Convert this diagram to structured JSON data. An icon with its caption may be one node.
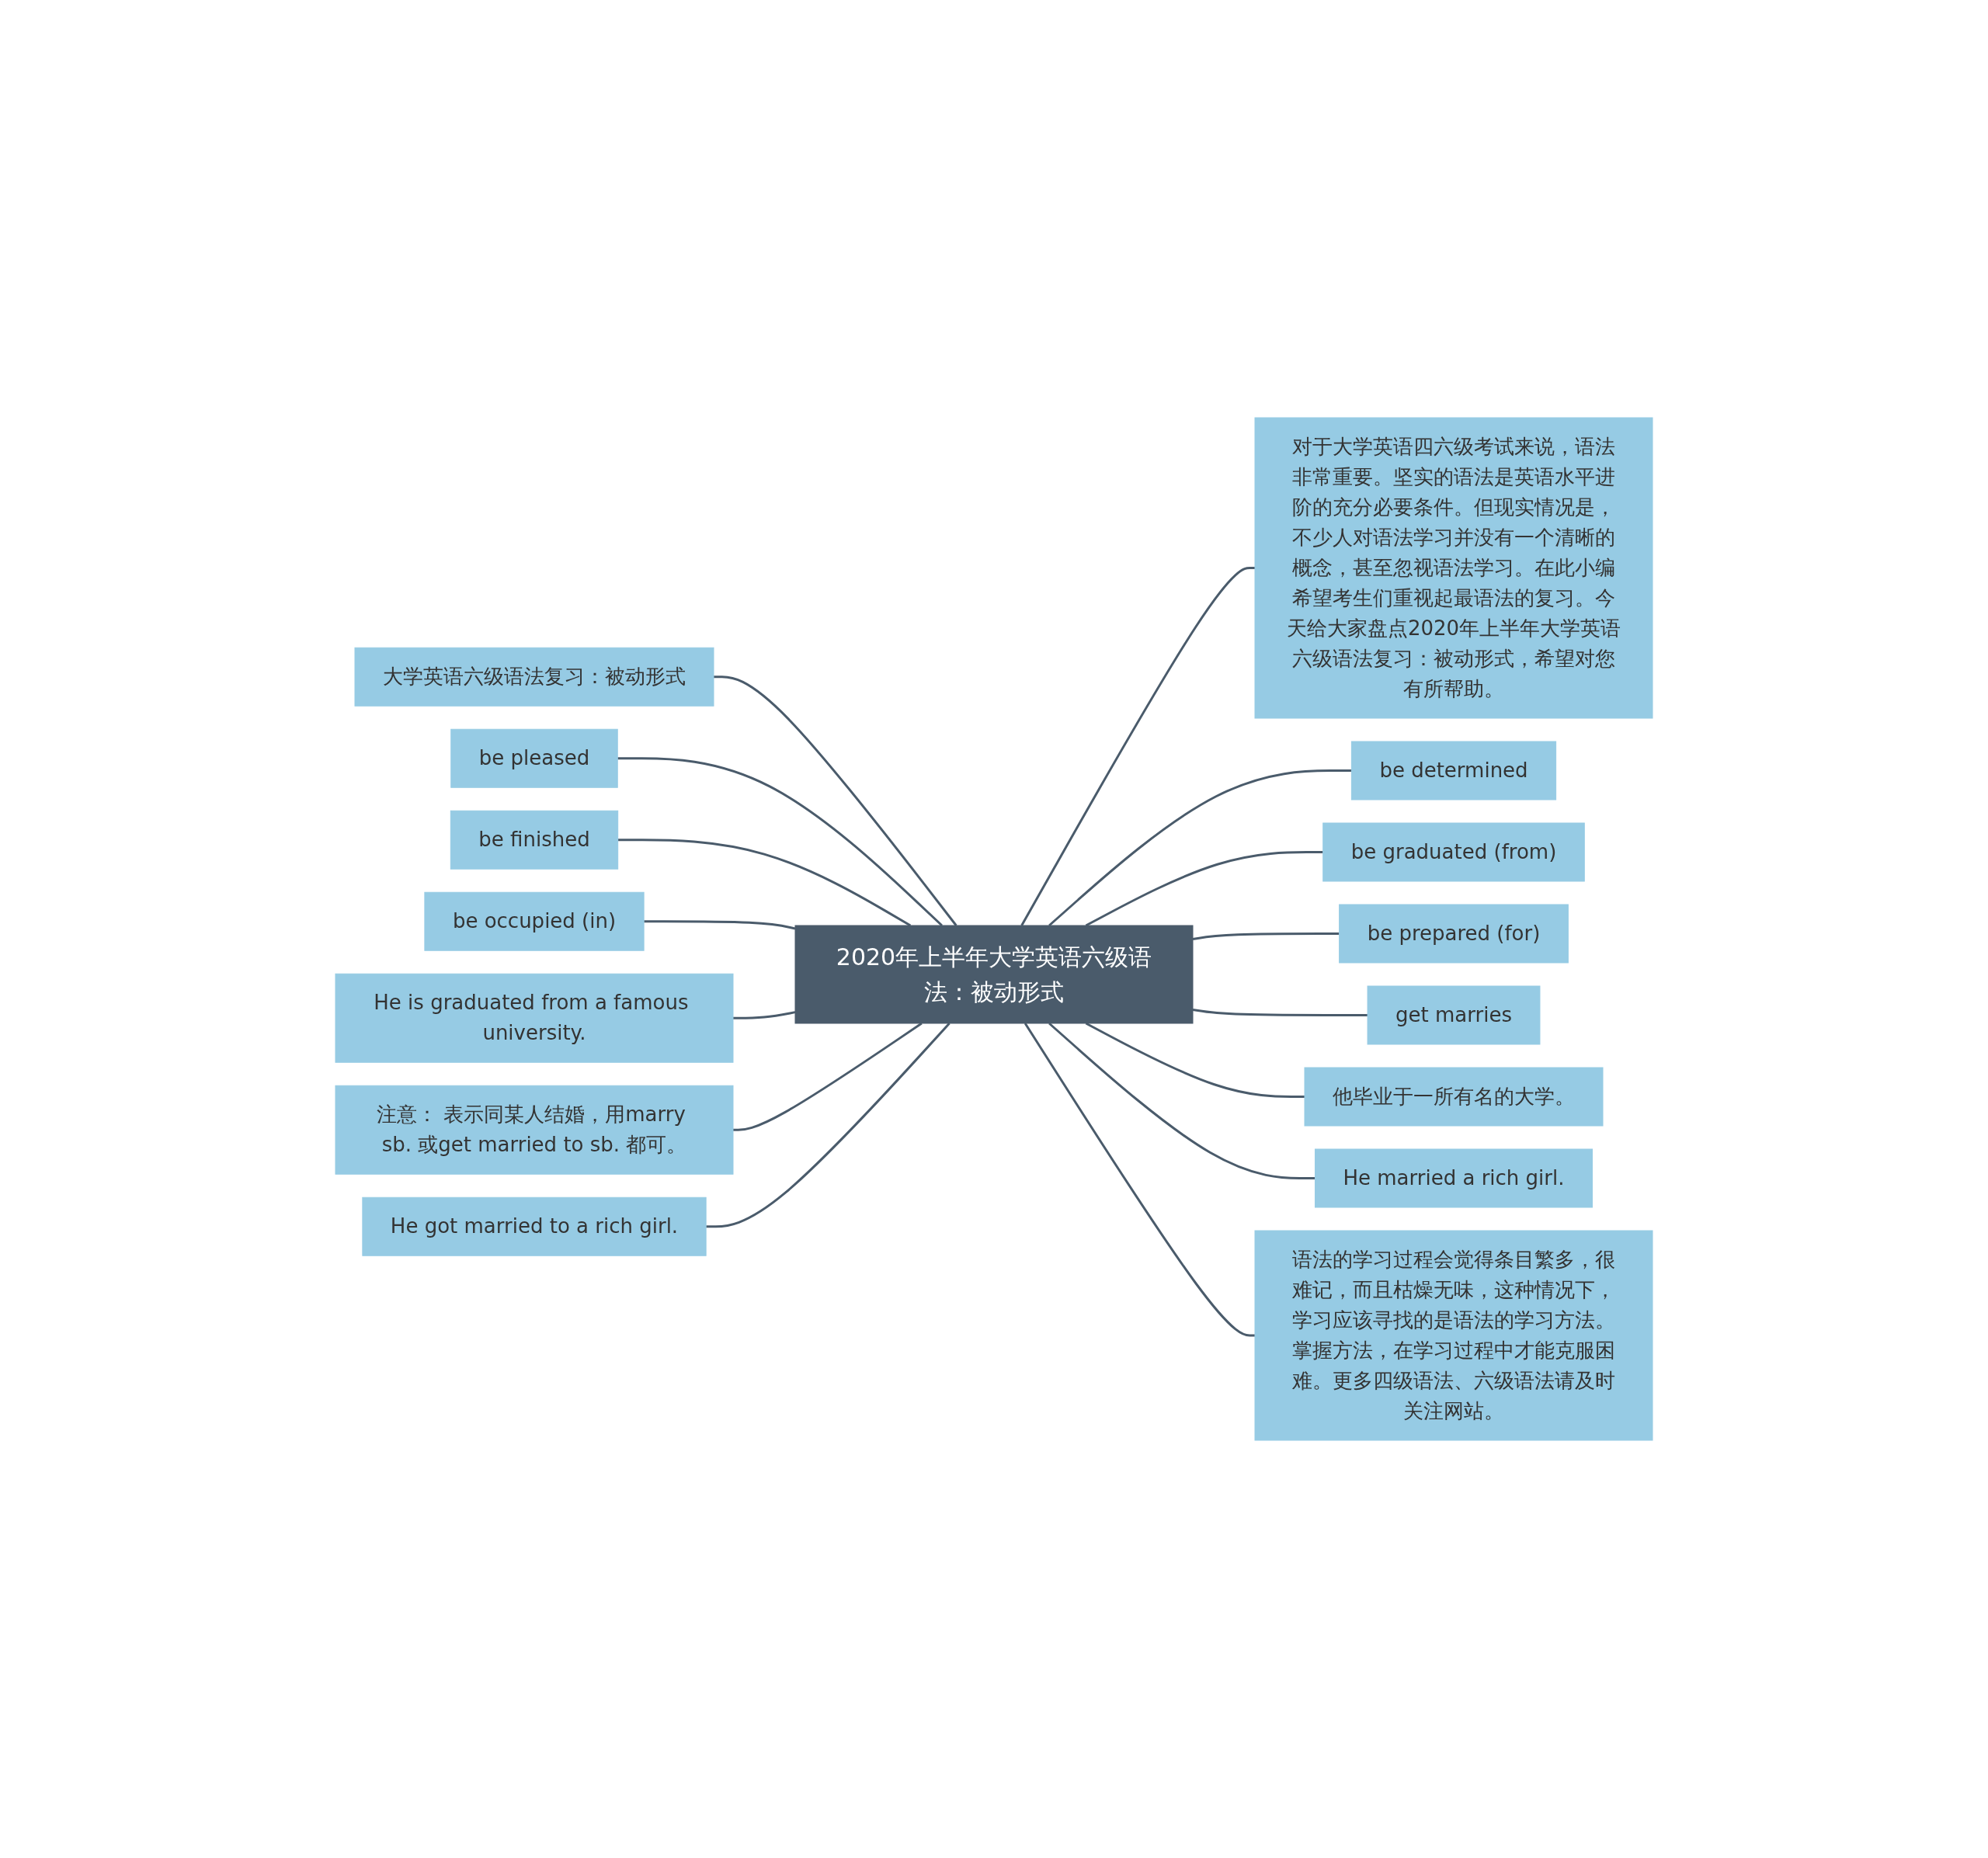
{
  "diagram": {
    "nodes": [
      {
        "text": [
          "2020年上半年大学英语六级语法：被动形式"
        ]
      },
      {
        "text": [
          "大学英语六级语法复习：被动形式"
        ]
      },
      {
        "text": [
          "be pleased"
        ]
      },
      {
        "text": [
          "be finished"
        ]
      },
      {
        "text": [
          "be occupied (in)"
        ]
      },
      {
        "text": [
          "He is graduated from a famous university."
        ]
      },
      {
        "text": [
          "注意： 表示同某人结婚，用marry sb. 或get married to sb. 都可。"
        ]
      },
      {
        "text": [
          "He got married to a rich girl."
        ]
      },
      {
        "text": [
          "对于大学英语四六级考试来说，语法非常重要。坚实的语法是英语水平进阶的充分必要条件。但现实情况是，不少人对语法学习并没有一个清晰的概念，甚至忽视语法学习。在此小编希望考生们重视起最语法的复习。今天给大家盘点2020年上半年大学英语六级语法复习：被动形式，希望对您有所帮助。"
        ]
      },
      {
        "text": [
          "be determined"
        ]
      },
      {
        "text": [
          "be graduated (from)"
        ]
      },
      {
        "text": [
          "be prepared (for)"
        ]
      },
      {
        "text": [
          "get marries"
        ]
      },
      {
        "text": [
          "他毕业于一所有名的大学。"
        ]
      },
      {
        "text": [
          "He married a rich girl."
        ]
      },
      {
        "text": [
          "语法的学习过程会觉得条目繁多，很难记，而且枯燥无味，这种情况下，学习应该寻找的是语法的学习方法。掌握方法，在学习过程中才能克服困难。更多四级语法、六级语法请及时关注网站。"
        ]
      }
    ],
    "edges": [
      {
        "from": 1,
        "to": 0,
        "arrow": "none"
      },
      {
        "from": 2,
        "to": 0,
        "arrow": "none"
      },
      {
        "from": 3,
        "to": 0,
        "arrow": "none"
      },
      {
        "from": 4,
        "to": 0,
        "arrow": "none"
      },
      {
        "from": 5,
        "to": 0,
        "arrow": "none"
      },
      {
        "from": 6,
        "to": 0,
        "arrow": "none"
      },
      {
        "from": 7,
        "to": 0,
        "arrow": "none"
      },
      {
        "from": 0,
        "to": 8,
        "arrow": "none"
      },
      {
        "from": 0,
        "to": 9,
        "arrow": "none"
      },
      {
        "from": 0,
        "to": 10,
        "arrow": "none"
      },
      {
        "from": 0,
        "to": 11,
        "arrow": "none"
      },
      {
        "from": 0,
        "to": 12,
        "arrow": "none"
      },
      {
        "from": 0,
        "to": 13,
        "arrow": "none"
      },
      {
        "from": 0,
        "to": 14,
        "arrow": "none"
      },
      {
        "from": 0,
        "to": 15,
        "arrow": "none"
      }
    ]
  }
}
